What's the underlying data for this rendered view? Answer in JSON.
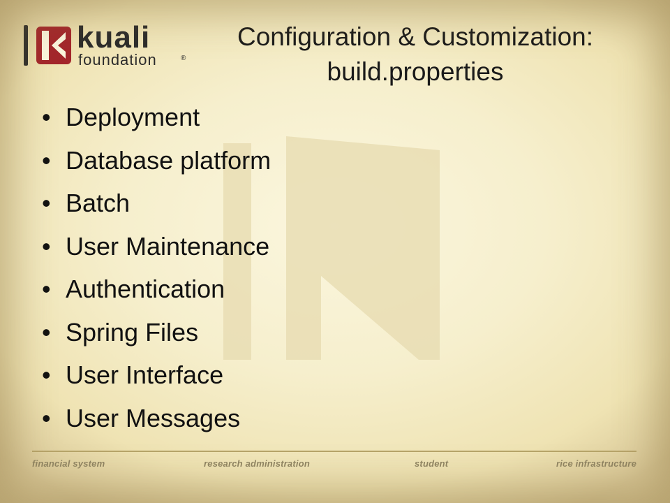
{
  "logo": {
    "wordmark": "kuali",
    "subtext": "foundation",
    "registered": "®"
  },
  "title": {
    "line1": "Configuration & Customization:",
    "line2": "build.properties"
  },
  "bullets": [
    "Deployment",
    "Database platform",
    "Batch",
    "User Maintenance",
    "Authentication",
    "Spring Files",
    "User Interface",
    "User Messages"
  ],
  "footer": [
    "financial system",
    "research administration",
    "student",
    "rice infrastructure"
  ],
  "colors": {
    "background": "#f4ecc4",
    "logo_red": "#a3262b",
    "text": "#111111",
    "footer_text": "#8f8463"
  }
}
